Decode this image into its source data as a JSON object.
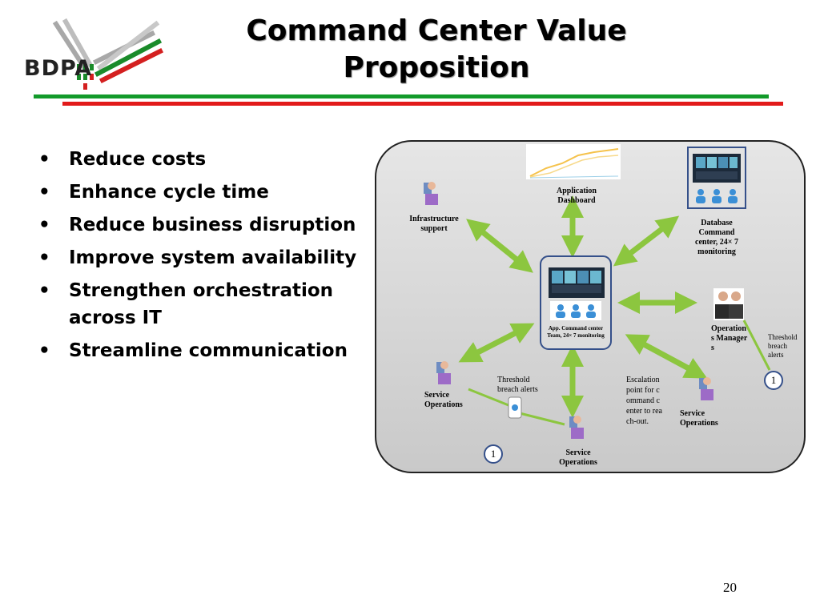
{
  "logo": {
    "text": "BDPA"
  },
  "slide": {
    "title_line1": "Command Center Value",
    "title_line2": "Proposition",
    "page_number": "20"
  },
  "bullets": [
    "Reduce costs",
    "Enhance cycle time",
    "Reduce business disruption",
    "Improve system availability",
    "Strengthen orchestration across IT",
    "Streamline communication"
  ],
  "diagram": {
    "app_dashboard": "Application Dashboard",
    "infra_support": "Infrastructure support",
    "db_command": "Database Command center, 24× 7 monitoring",
    "center_team": "App. Command center Team, 24× 7 monitoring",
    "ops_managers": "Operations Managers",
    "threshold_right": "Threshold breach alerts",
    "threshold_left": "Threshold breach alerts",
    "service_ops_left": "Service Operations",
    "service_ops_bottom": "Service Operations",
    "service_ops_right": "Service Operations",
    "escalation": "Escalation point for command center to reach-out.",
    "badge_left": "1",
    "badge_right": "1"
  },
  "colors": {
    "green_rule": "#129A2A",
    "red_rule": "#E21B1B",
    "arrow": "#8CC63F",
    "panel": "#D3D3D3"
  }
}
